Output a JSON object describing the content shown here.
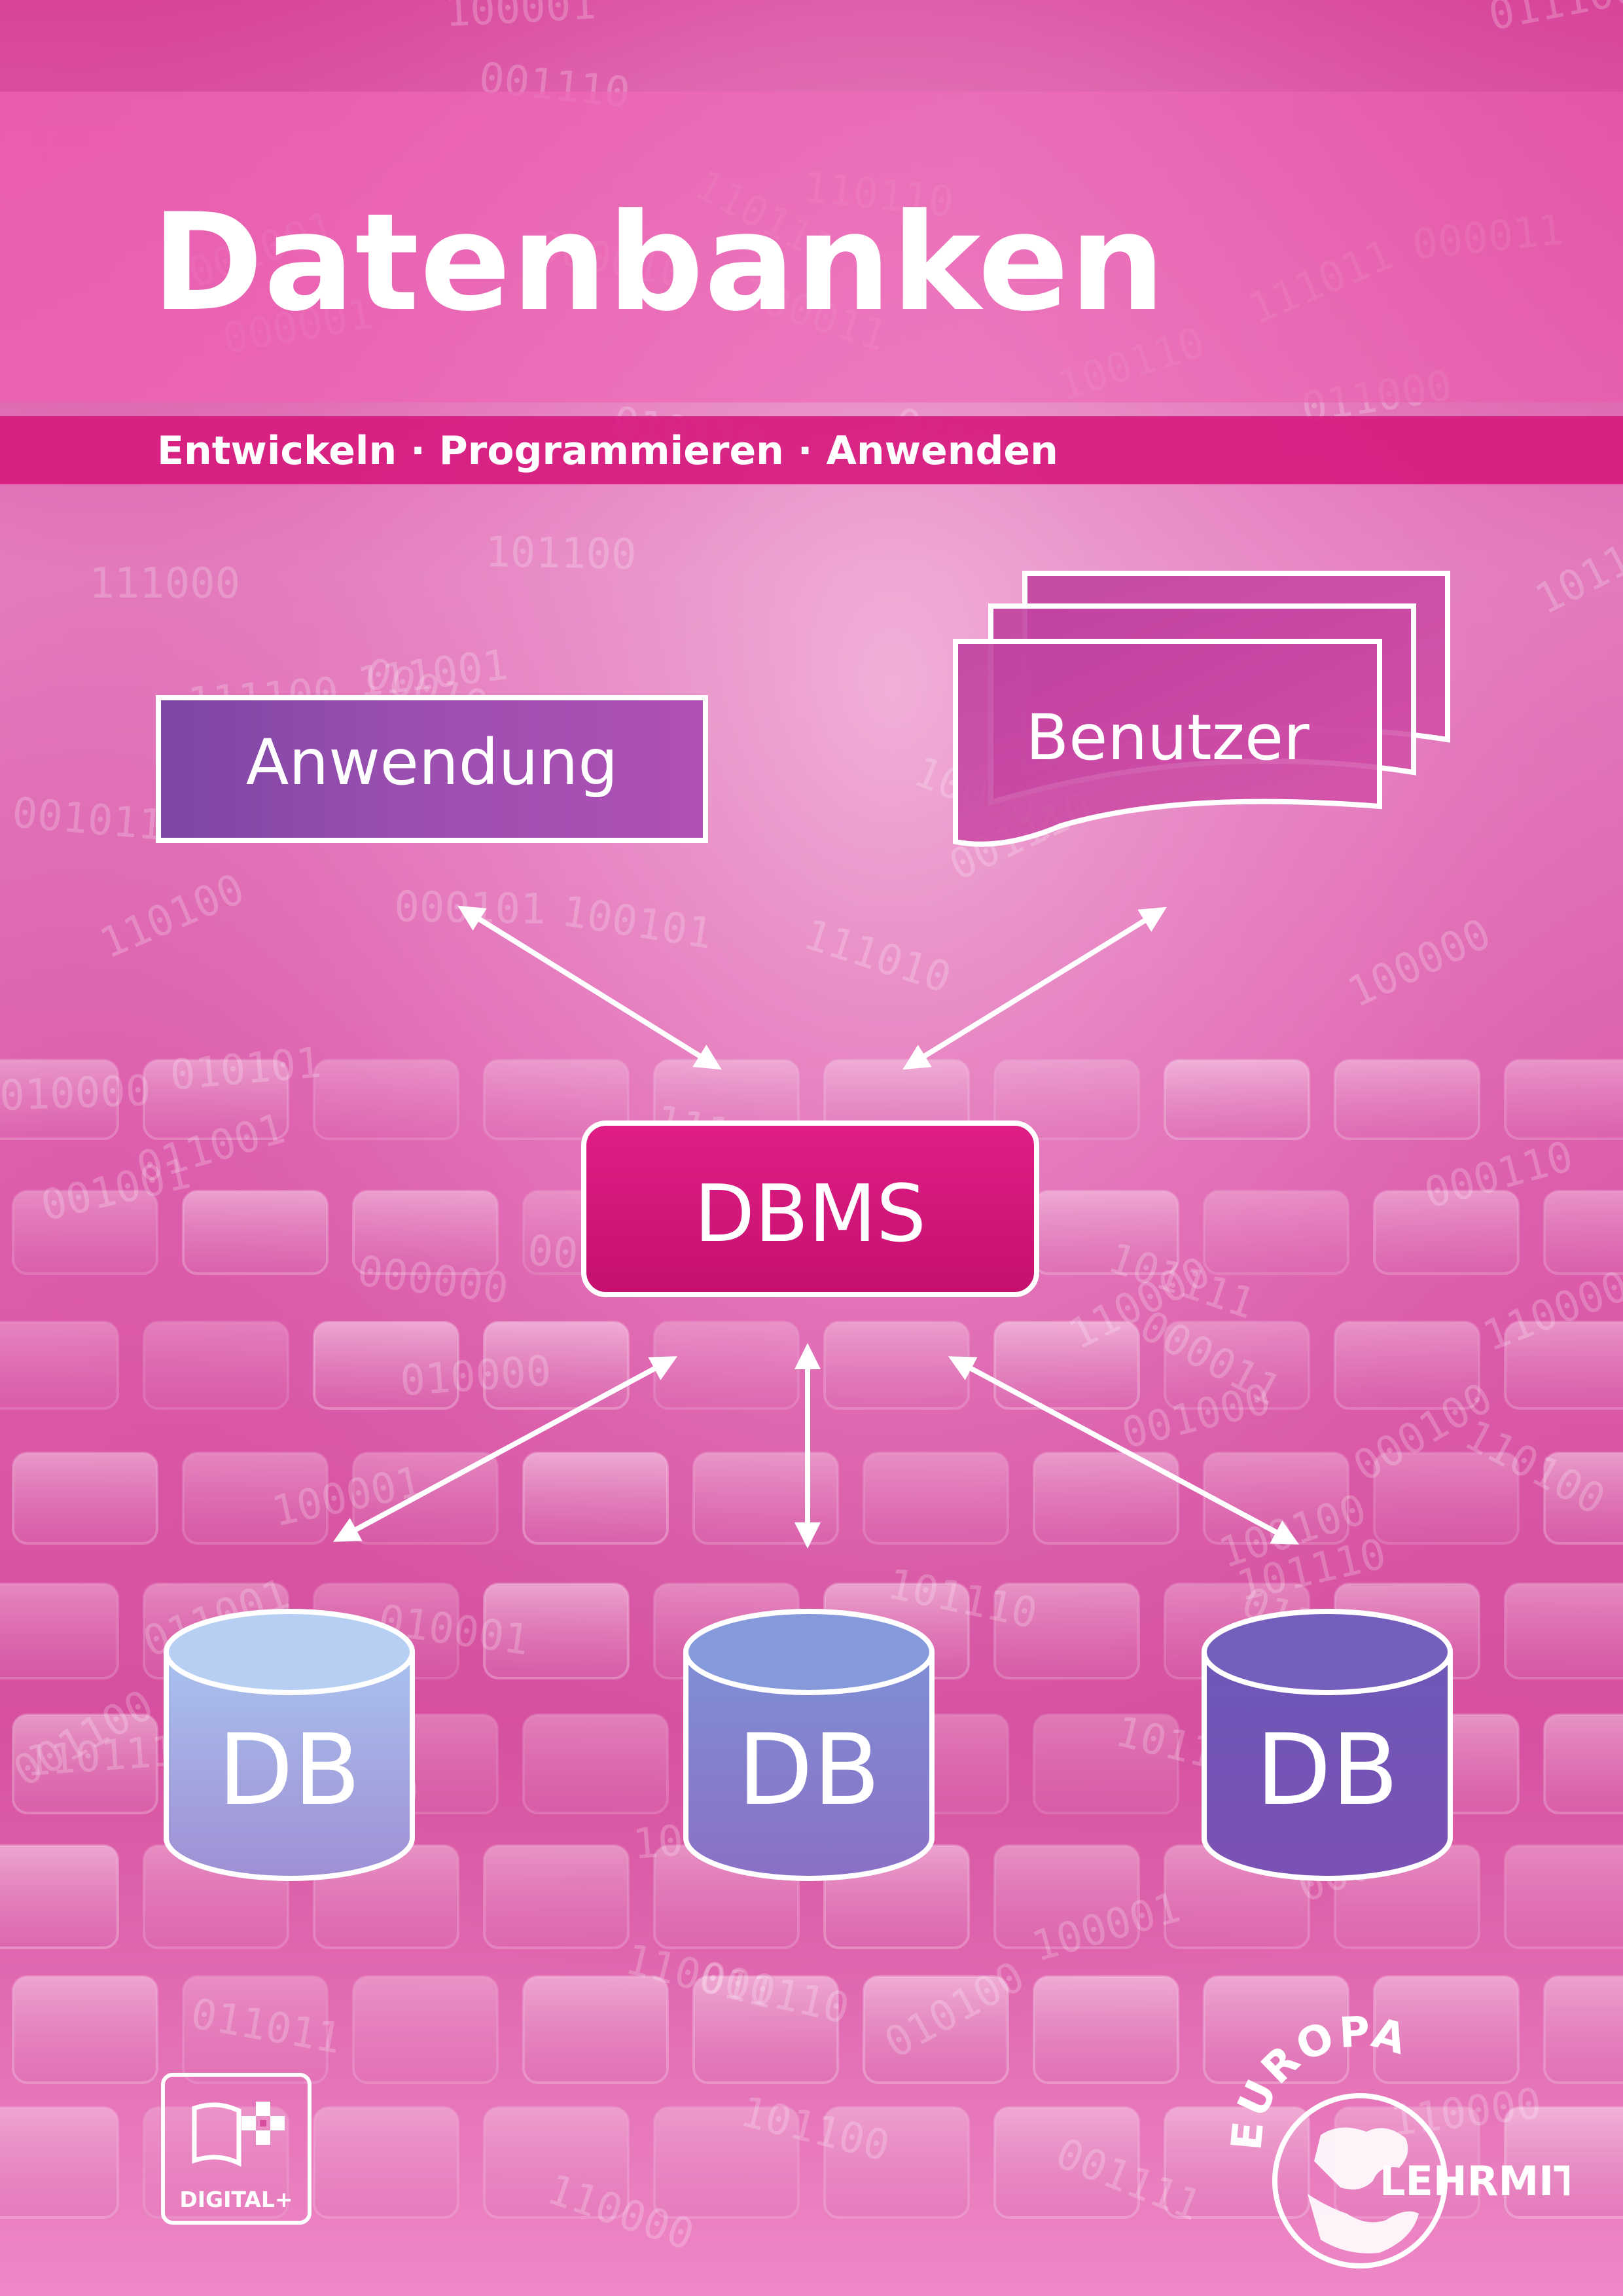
{
  "cover": {
    "title": "Datenbanken",
    "subtitle": "Entwickeln · Programmieren · Anwenden",
    "colors": {
      "magenta": "#d61c80",
      "pink": "#e860b2",
      "purple": "#8a3fa8",
      "blue_db": "#8fa6e0",
      "white": "#ffffff"
    }
  },
  "diagram": {
    "application": "Anwendung",
    "users": "Benutzer",
    "dbms": "DBMS",
    "databases": [
      "DB",
      "DB",
      "DB"
    ]
  },
  "badge": {
    "label": "DIGITAL+",
    "icon": "book-icon"
  },
  "publisher": {
    "name_top": "EUROPA",
    "name_side": "LEHRMITTEL",
    "icon": "globe-icon"
  }
}
